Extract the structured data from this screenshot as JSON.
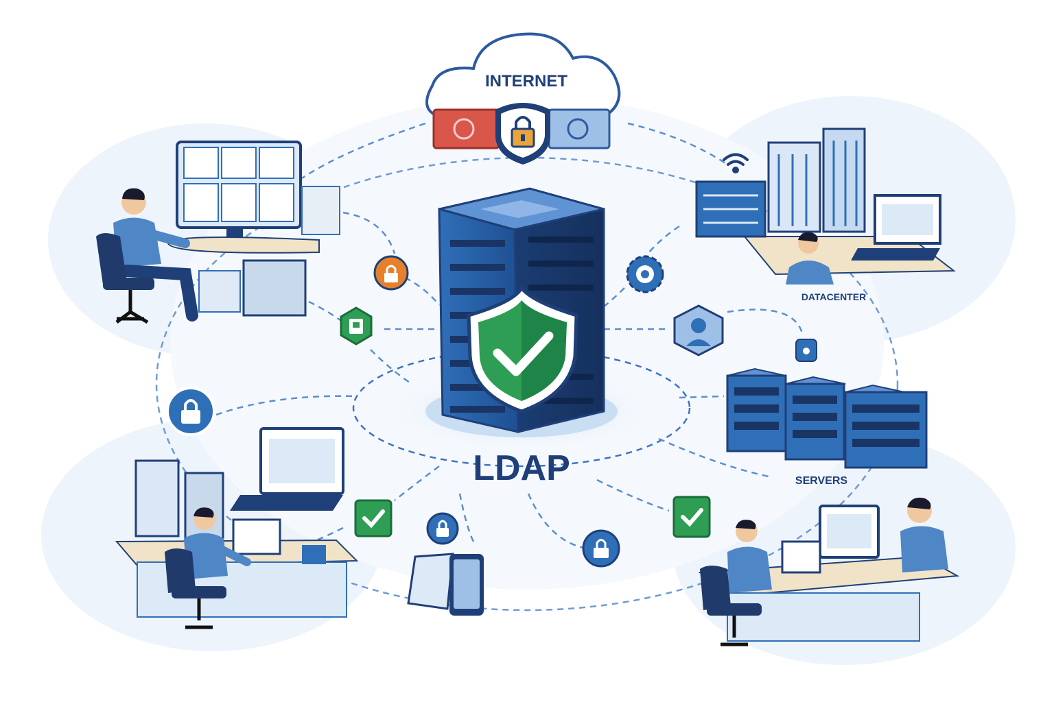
{
  "labels": {
    "internet": "INTERNET",
    "ldap": "LDAP",
    "servers": "SERVERS",
    "datacenter": "DATACENTER"
  },
  "colors": {
    "navy": "#1f3f78",
    "blue": "#2f6fb8",
    "light_blue": "#dce9f7",
    "pale_blue": "#eef4fb",
    "green": "#2e9e55",
    "orange": "#e6802d",
    "red": "#d9564a",
    "desk": "#f1e3c7"
  },
  "icons": [
    "cloud-icon",
    "padlock-icon",
    "shield-check-icon",
    "gear-icon",
    "user-icon",
    "wifi-icon",
    "checkmark-icon",
    "phone-icon",
    "server-rack-icon"
  ]
}
